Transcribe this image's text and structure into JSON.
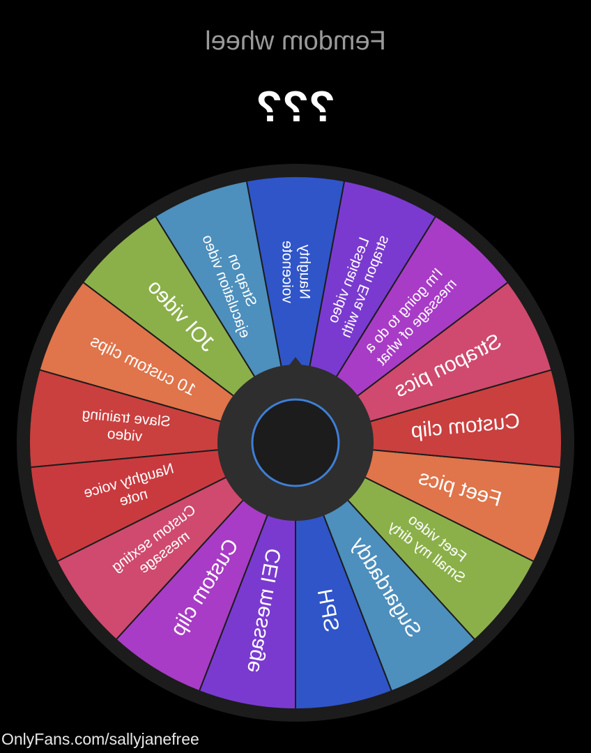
{
  "app": {
    "title": "Femdom wheel",
    "result": "???"
  },
  "wheel": {
    "segments": [
      {
        "lines": [
          "Naughty",
          "voicenote"
        ],
        "color": "#2f55c8"
      },
      {
        "lines": [
          "Strap on",
          "ejaculation video"
        ],
        "color": "#4d8fbd"
      },
      {
        "lines": [
          "JOI video"
        ],
        "color": "#8bb04a"
      },
      {
        "lines": [
          "10 custom clips"
        ],
        "color": "#e0744a"
      },
      {
        "lines": [
          "Slave training",
          "video"
        ],
        "color": "#c9403f"
      },
      {
        "lines": [
          "Naughty voice",
          "note"
        ],
        "color": "#c93a3f"
      },
      {
        "lines": [
          "Custom sexting",
          "message"
        ],
        "color": "#cf4a6e"
      },
      {
        "lines": [
          "Custom clip"
        ],
        "color": "#a83cc6"
      },
      {
        "lines": [
          "CEI message"
        ],
        "color": "#7a3ad0"
      },
      {
        "lines": [
          "SPH"
        ],
        "color": "#2f55c8"
      },
      {
        "lines": [
          "Sugardaddy"
        ],
        "color": "#4d8fbd"
      },
      {
        "lines": [
          "Feet video",
          "Small my dirty"
        ],
        "color": "#8bb04a"
      },
      {
        "lines": [
          "Feet pics"
        ],
        "color": "#e0744a"
      },
      {
        "lines": [
          "Custom clip"
        ],
        "color": "#c9403f"
      },
      {
        "lines": [
          "Strapon pics"
        ],
        "color": "#cf4a6e"
      },
      {
        "lines": [
          "I'm going to do a",
          "message of what"
        ],
        "color": "#a83cc6"
      },
      {
        "lines": [
          "Lesbian video",
          "strapon Eva with"
        ],
        "color": "#7a3ad0"
      }
    ]
  },
  "watermark": "OnlyFans.com/sallyjanefree"
}
